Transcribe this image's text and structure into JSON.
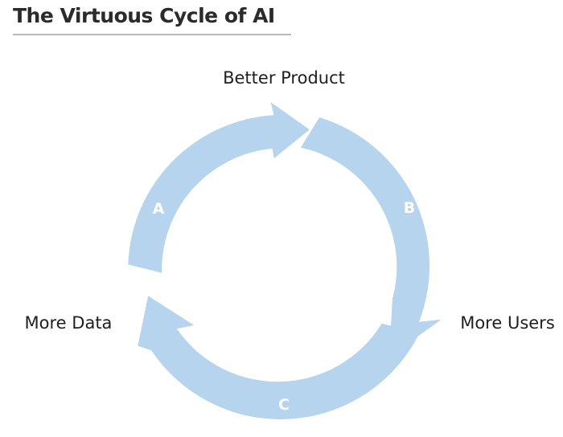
{
  "title": "The Virtuous Cycle of AI",
  "colors": {
    "arrow": "#b6d4ee",
    "text": "#1f1f1f",
    "title": "#2b2b2b",
    "rule": "#b9b9b9",
    "letter": "#ffffff"
  },
  "nodes": {
    "top": "Better Product",
    "right": "More Users",
    "left": "More Data"
  },
  "arcs": {
    "a": "A",
    "b": "B",
    "c": "C"
  }
}
